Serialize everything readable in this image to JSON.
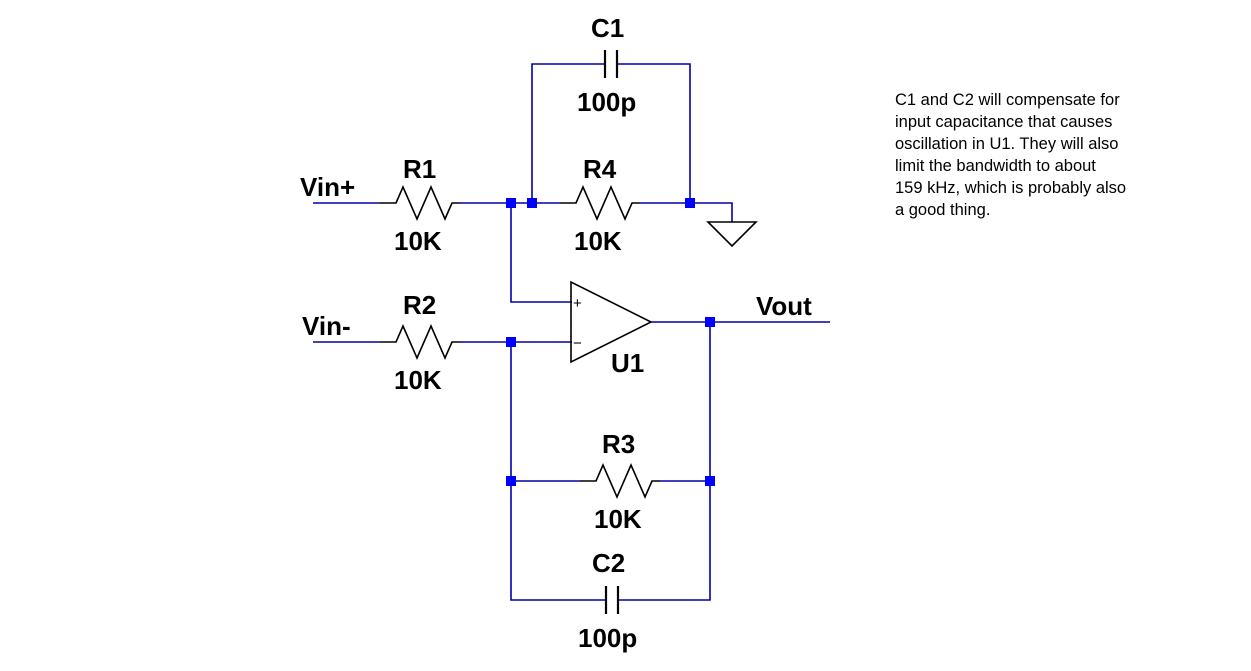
{
  "schematic": {
    "ports": {
      "vin_plus": "Vin+",
      "vin_minus": "Vin-",
      "vout": "Vout"
    },
    "components": {
      "r1": {
        "ref": "R1",
        "value": "10K"
      },
      "r2": {
        "ref": "R2",
        "value": "10K"
      },
      "r3": {
        "ref": "R3",
        "value": "10K"
      },
      "r4": {
        "ref": "R4",
        "value": "10K"
      },
      "c1": {
        "ref": "C1",
        "value": "100p"
      },
      "c2": {
        "ref": "C2",
        "value": "100p"
      },
      "u1": {
        "ref": "U1",
        "plus_pin": "+",
        "minus_pin": "−"
      }
    },
    "note": "C1 and C2 will compensate for\ninput capacitance that causes\noscillation in U1. They will also\nlimit the bandwidth to about\n159 kHz, which is probably also\na good thing.",
    "colors": {
      "wire": "#0000aa",
      "junction": "#0000ff",
      "component": "#000000"
    }
  }
}
